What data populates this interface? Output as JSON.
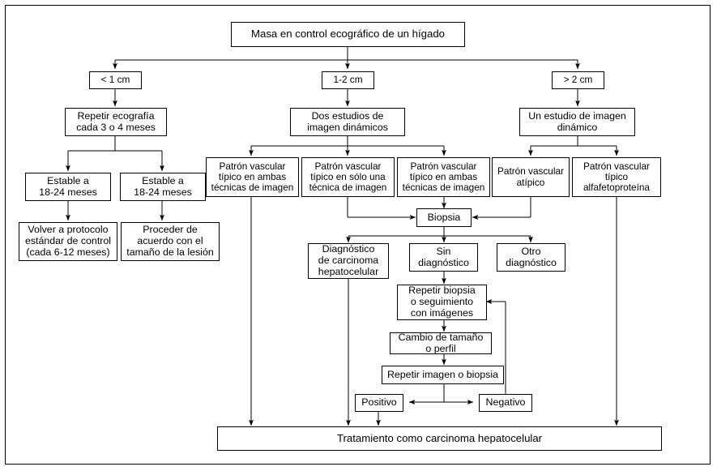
{
  "diagram": {
    "title": "Algoritmo de manejo de masa hepatica detectada en control ecografico",
    "language": "es",
    "style": {
      "line_color": "#000000",
      "box_fill": "#ffffff",
      "border_color": "#000000",
      "background": "#ffffff"
    },
    "nodes": {
      "root": {
        "label": "Masa en control ecográfico de un hígado"
      },
      "size_lt1": {
        "label": "< 1 cm"
      },
      "size_1_2": {
        "label": "1-2 cm"
      },
      "size_gt2": {
        "label": "> 2 cm"
      },
      "repetir_eco": {
        "label": "Repetir ecografía\ncada 3 o 4 meses"
      },
      "dos_estudios": {
        "label": "Dos estudios de\nimagen dinámicos"
      },
      "un_estudio": {
        "label": "Un estudio de imagen\ndinámico"
      },
      "estable_a": {
        "label": "Estable a\n18-24 meses"
      },
      "estable_b": {
        "label": "Estable a\n18-24 meses"
      },
      "volver_protocolo": {
        "label": "Volver a protocolo\nestándar de control\n(cada 6-12 meses)"
      },
      "proceder_tamano": {
        "label": "Proceder de\nacuerdo con el\ntamaño de la lesión"
      },
      "pv_ambas_1": {
        "label": "Patrón vascular\ntípico en ambas\ntécnicas de imagen"
      },
      "pv_solo_una": {
        "label": "Patrón vascular\ntípico en sólo una\ntécnica de imagen"
      },
      "pv_ambas_2": {
        "label": "Patrón vascular\ntípico en ambas\ntécnicas de imagen"
      },
      "pv_atipico": {
        "label": "Patrón vascular\natípico"
      },
      "pv_afp": {
        "label": "Patrón vascular\ntípico\nalfafetoproteína"
      },
      "biopsia": {
        "label": "Biopsia"
      },
      "dx_carcinoma": {
        "label": "Diagnóstico\nde carcinoma\nhepatocelular"
      },
      "sin_dx": {
        "label": "Sin\ndiagnóstico"
      },
      "otro_dx": {
        "label": "Otro\ndiagnóstico"
      },
      "repetir_biopsia": {
        "label": "Repetir biopsia\no seguimiento\ncon imágenes"
      },
      "cambio_tamano": {
        "label": "Cambio de tamaño\no perfil"
      },
      "repetir_imagen": {
        "label": "Repetir imagen o biopsia"
      },
      "positivo": {
        "label": "Positivo"
      },
      "negativo": {
        "label": "Negativo"
      },
      "tratamiento": {
        "label": "Tratamiento como carcinoma hepatocelular"
      }
    },
    "edges": [
      {
        "from": "root",
        "to": "size_lt1"
      },
      {
        "from": "root",
        "to": "size_1_2"
      },
      {
        "from": "root",
        "to": "size_gt2"
      },
      {
        "from": "size_lt1",
        "to": "repetir_eco"
      },
      {
        "from": "size_1_2",
        "to": "dos_estudios"
      },
      {
        "from": "size_gt2",
        "to": "un_estudio"
      },
      {
        "from": "repetir_eco",
        "to": "estable_a"
      },
      {
        "from": "repetir_eco",
        "to": "estable_b"
      },
      {
        "from": "estable_a",
        "to": "volver_protocolo"
      },
      {
        "from": "estable_b",
        "to": "proceder_tamano"
      },
      {
        "from": "dos_estudios",
        "to": "pv_ambas_1"
      },
      {
        "from": "dos_estudios",
        "to": "pv_solo_una"
      },
      {
        "from": "dos_estudios",
        "to": "pv_ambas_2"
      },
      {
        "from": "un_estudio",
        "to": "pv_atipico"
      },
      {
        "from": "un_estudio",
        "to": "pv_afp"
      },
      {
        "from": "pv_solo_una",
        "to": "biopsia"
      },
      {
        "from": "pv_ambas_2",
        "to": "biopsia"
      },
      {
        "from": "pv_atipico",
        "to": "biopsia"
      },
      {
        "from": "biopsia",
        "to": "dx_carcinoma"
      },
      {
        "from": "biopsia",
        "to": "sin_dx"
      },
      {
        "from": "biopsia",
        "to": "otro_dx"
      },
      {
        "from": "sin_dx",
        "to": "repetir_biopsia"
      },
      {
        "from": "repetir_biopsia",
        "to": "cambio_tamano"
      },
      {
        "from": "cambio_tamano",
        "to": "repetir_imagen"
      },
      {
        "from": "repetir_imagen",
        "to": "positivo"
      },
      {
        "from": "repetir_imagen",
        "to": "negativo"
      },
      {
        "from": "negativo",
        "to": "repetir_biopsia"
      },
      {
        "from": "pv_ambas_1",
        "to": "tratamiento"
      },
      {
        "from": "pv_afp",
        "to": "tratamiento"
      },
      {
        "from": "dx_carcinoma",
        "to": "tratamiento"
      },
      {
        "from": "positivo",
        "to": "tratamiento"
      }
    ]
  }
}
